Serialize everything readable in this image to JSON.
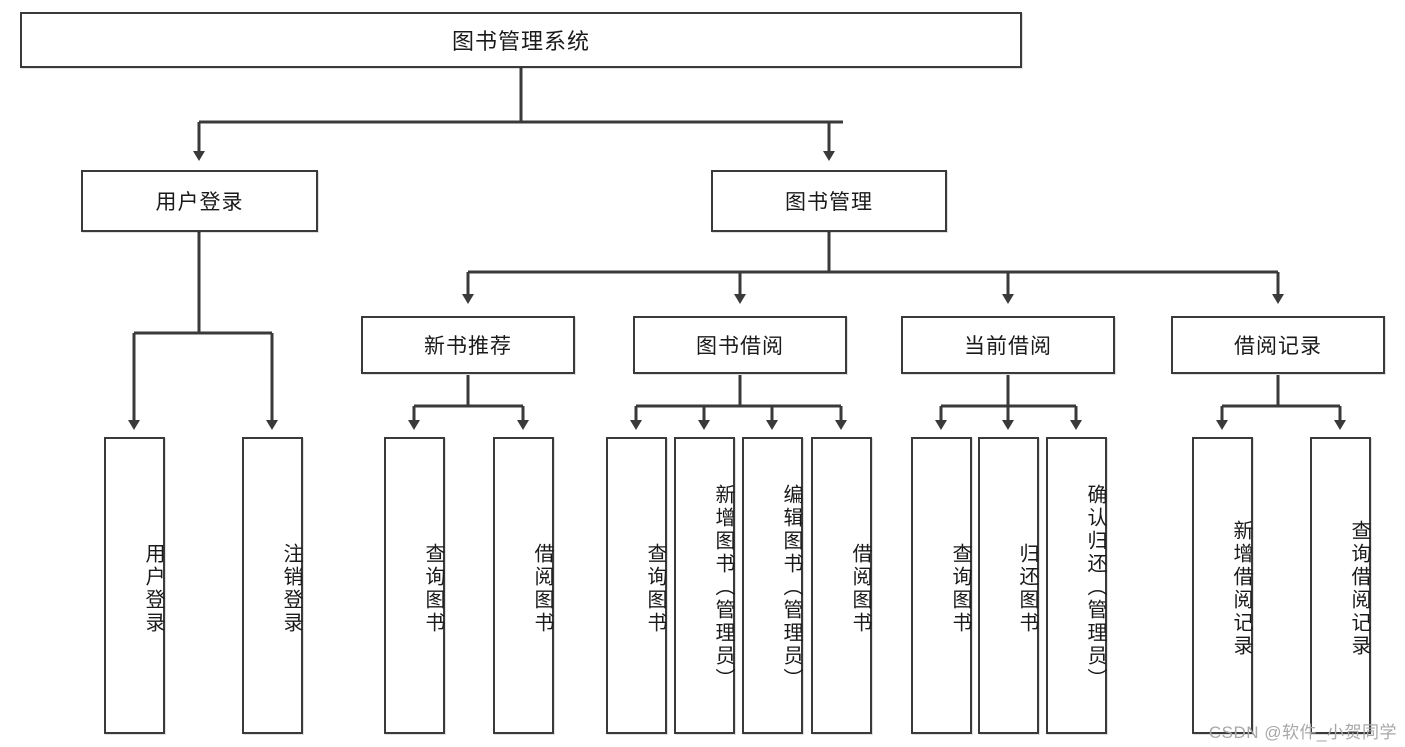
{
  "diagram": {
    "title": "图书管理系统",
    "type": "tree-hierarchy",
    "watermark": "CSDN @软件_小贺同学",
    "stroke_color": "#3a3a3a",
    "background_color": "#ffffff",
    "text_color": "#1a1a1a"
  },
  "nodes": {
    "root": {
      "label": "图书管理系统",
      "level": 0
    },
    "level1": [
      {
        "id": "user-login",
        "label": "用户登录"
      },
      {
        "id": "book-management",
        "label": "图书管理"
      }
    ],
    "level2": [
      {
        "id": "new-book-recommend",
        "label": "新书推荐",
        "parent": "book-management"
      },
      {
        "id": "book-borrow",
        "label": "图书借阅",
        "parent": "book-management"
      },
      {
        "id": "current-borrow",
        "label": "当前借阅",
        "parent": "book-management"
      },
      {
        "id": "borrow-record",
        "label": "借阅记录",
        "parent": "book-management"
      }
    ],
    "leaves": {
      "user-login": [
        {
          "id": "leaf-user-login",
          "label": "用户登录"
        },
        {
          "id": "leaf-logout",
          "label": "注销登录"
        }
      ],
      "new-book-recommend": [
        {
          "id": "leaf-query-book-1",
          "label": "查询图书"
        },
        {
          "id": "leaf-borrow-book-1",
          "label": "借阅图书"
        }
      ],
      "book-borrow": [
        {
          "id": "leaf-query-book-2",
          "label": "查询图书"
        },
        {
          "id": "leaf-add-book",
          "label": "新增图书（管理员）"
        },
        {
          "id": "leaf-edit-book",
          "label": "编辑图书（管理员）"
        },
        {
          "id": "leaf-borrow-book-2",
          "label": "借阅图书"
        }
      ],
      "current-borrow": [
        {
          "id": "leaf-query-book-3",
          "label": "查询图书"
        },
        {
          "id": "leaf-return-book",
          "label": "归还图书"
        },
        {
          "id": "leaf-confirm-return",
          "label": "确认归还（管理员）"
        }
      ],
      "borrow-record": [
        {
          "id": "leaf-add-record",
          "label": "新增借阅记录"
        },
        {
          "id": "leaf-query-record",
          "label": "查询借阅记录"
        }
      ]
    }
  }
}
